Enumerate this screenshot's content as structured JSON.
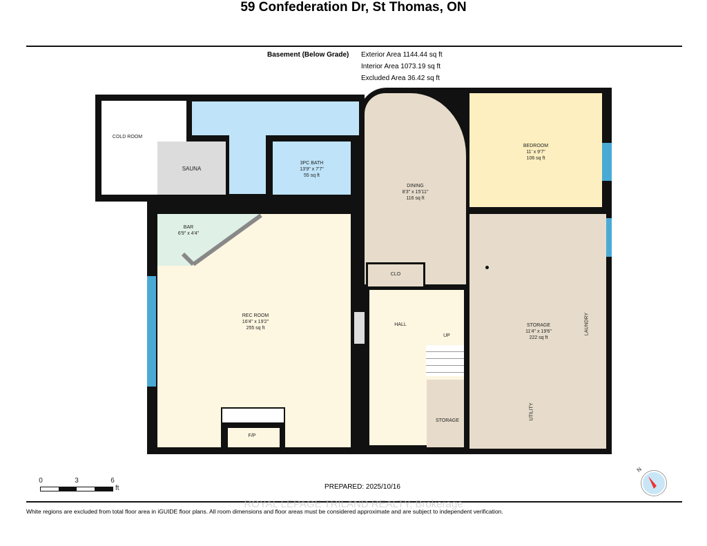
{
  "title": "59 Confederation Dr, St Thomas, ON",
  "level": "Basement (Below Grade)",
  "areas": [
    "Exterior Area 1144.44 sq ft",
    "Interior Area 1073.19 sq ft",
    "Excluded Area 36.42 sq ft"
  ],
  "rooms": {
    "cold_room": {
      "name": "COLD ROOM"
    },
    "sauna": {
      "name": "SAUNA"
    },
    "bath": {
      "name": "3PC BATH",
      "dims": "13'9\" x 7'7\"",
      "area": "55 sq ft"
    },
    "dining": {
      "name": "DINING",
      "dims": "8'3\" x 15'11\"",
      "area": "116 sq ft"
    },
    "bedroom": {
      "name": "BEDROOM",
      "dims": "11' x 9'7\"",
      "area": "106 sq ft"
    },
    "bar": {
      "name": "BAR",
      "dims": "6'9\" x 4'4\""
    },
    "rec": {
      "name": "REC ROOM",
      "dims": "16'4\" x 19'2\"",
      "area": "255 sq ft"
    },
    "clo": {
      "name": "CLO"
    },
    "hall": {
      "name": "HALL"
    },
    "up": "UP",
    "storage": {
      "name": "STORAGE",
      "dims": "11'4\" x 19'6\"",
      "area": "222 sq ft"
    },
    "laundry": "LAUNDRY",
    "utility": "UTILITY",
    "storage2": {
      "name": "STORAGE"
    },
    "fp": "F/P"
  },
  "scale": {
    "labels": [
      "0",
      "3",
      "6"
    ],
    "unit": "ft"
  },
  "prepared": "PREPARED: 2025/10/16",
  "compass": "N",
  "watermark": "ROYAL LEPAGE TRILAND REALTY, Brokerage",
  "disclaimer": "White regions are excluded from total floor area in iGUIDE floor plans. All room dimensions and floor areas must be considered approximate and are subject to independent verification.",
  "colors": {
    "wall": "#111111",
    "blue": "#bfe3f8",
    "beige": "#e7dccb",
    "yellow": "#fdefc0",
    "cream": "#fdf6e0",
    "mint": "#dff0e6",
    "gray": "#dcdcdc",
    "window": "#4aaad6"
  }
}
